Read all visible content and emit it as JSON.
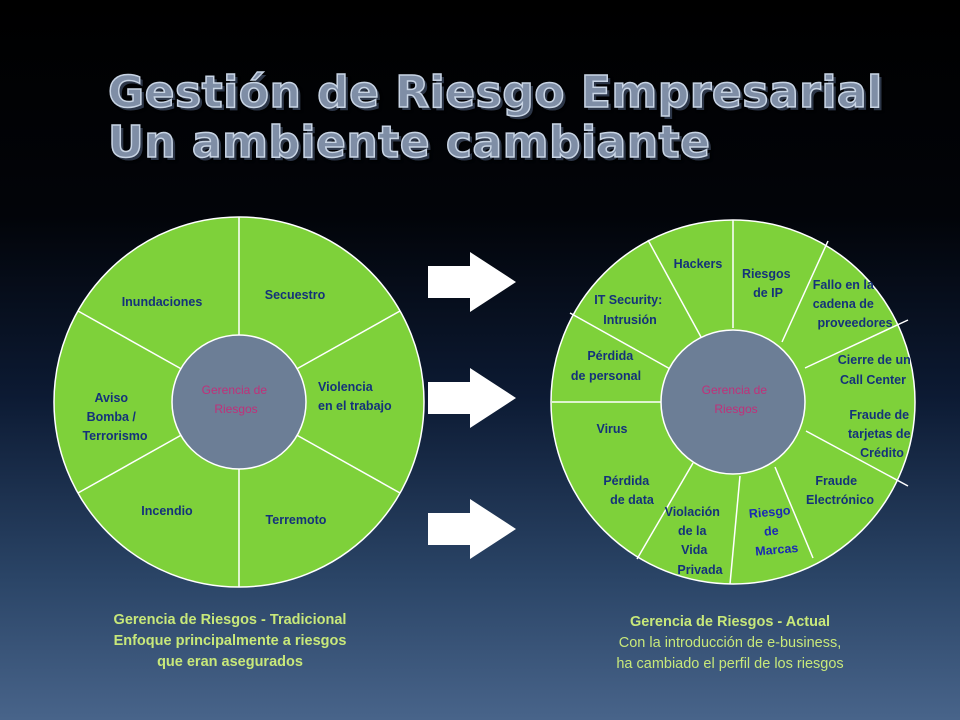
{
  "title": {
    "line1": "Gestión de Riesgo Empresarial",
    "line2": "Un ambiente cambiante"
  },
  "colors": {
    "segment": "#7ed13a",
    "hub": "#6c7e96",
    "hub_text": "#c0307a",
    "label": "#14327a",
    "arrow": "#ffffff"
  },
  "left_wheel": {
    "hub": [
      "Gerencia de",
      "Riesgos"
    ],
    "segments": [
      {
        "lines": [
          "Inundaciones"
        ]
      },
      {
        "lines": [
          "Secuestro"
        ]
      },
      {
        "lines": [
          "Violencia",
          "en el trabajo"
        ]
      },
      {
        "lines": [
          "Aviso",
          "Bomba /",
          "Terrorismo"
        ]
      },
      {
        "lines": [
          "Incendio"
        ]
      },
      {
        "lines": [
          "Terremoto"
        ]
      }
    ]
  },
  "right_wheel": {
    "hub": [
      "Gerencia de",
      "Riesgos"
    ],
    "segments": [
      {
        "lines": [
          "Hackers"
        ]
      },
      {
        "lines": [
          "Riesgos",
          "de IP"
        ]
      },
      {
        "lines": [
          "Fallo en la",
          "cadena de",
          "proveedores"
        ]
      },
      {
        "lines": [
          "IT Security:",
          "Intrusión"
        ]
      },
      {
        "lines": [
          "Cierre de un",
          "Call Center"
        ]
      },
      {
        "lines": [
          "Pérdida",
          "de personal"
        ]
      },
      {
        "lines": [
          "Fraude de",
          "tarjetas  de",
          "Crédito"
        ]
      },
      {
        "lines": [
          "Virus"
        ]
      },
      {
        "lines": [
          "Fraude",
          "Electrónico"
        ]
      },
      {
        "lines": [
          "Pérdida",
          "de data"
        ]
      },
      {
        "lines": [
          "Violación",
          "de la",
          "Vida",
          "Privada"
        ]
      },
      {
        "lines": [
          "Riesgo",
          "de",
          "Marcas"
        ]
      }
    ]
  },
  "captions": {
    "left": {
      "line1": "Gerencia de Riesgos - Tradicional",
      "line2": "Enfoque principalmente a riesgos",
      "line3": "que eran asegurados"
    },
    "right": {
      "line1": "Gerencia de Riesgos - Actual",
      "line2": "Con la introducción de e-business,",
      "line3": "ha cambiado el perfil de los riesgos"
    }
  }
}
